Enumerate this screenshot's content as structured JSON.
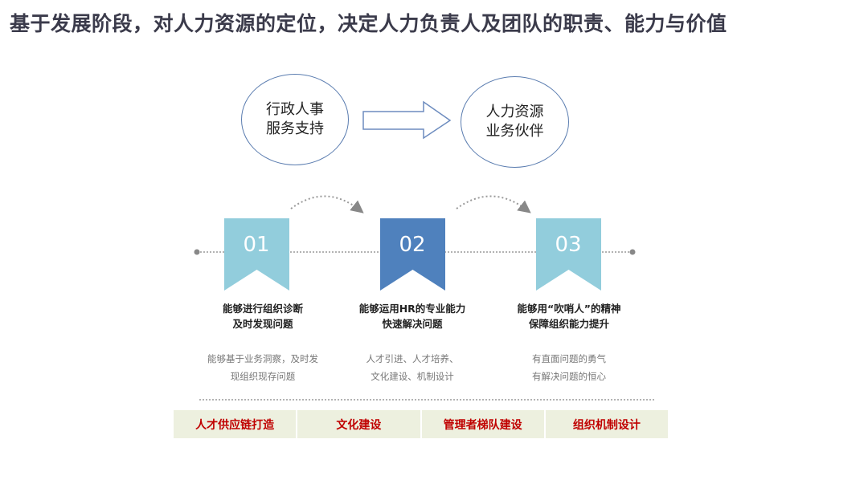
{
  "title": "基于发展阶段，对人力资源的定位，决定人力负责人及团队的职责、能力与价值",
  "from_circle": {
    "lines": [
      "行政人事",
      "服务支持"
    ]
  },
  "to_circle": {
    "lines": [
      "人力资源",
      "业务伙伴"
    ]
  },
  "steps": [
    {
      "number": "01",
      "color": "#92cddc",
      "title": [
        "能够进行组织诊断",
        "及时发现问题"
      ],
      "desc": [
        "能够基于业务洞察，及时发",
        "现组织现存问题"
      ]
    },
    {
      "number": "02",
      "color": "#4f81bd",
      "title": [
        "能够运用HR的专业能力",
        "快速解决问题"
      ],
      "desc": [
        "人才引进、人才培养、",
        "文化建设、机制设计"
      ]
    },
    {
      "number": "03",
      "color": "#92cddc",
      "title": [
        "能够用“吹哨人”的精神",
        "保障组织能力提升"
      ],
      "desc": [
        "有直面问题的勇气",
        "有解决问题的恒心"
      ]
    }
  ],
  "bottom_items": [
    "人才供应链打造",
    "文化建设",
    "管理者梯队建设",
    "组织机制设计"
  ]
}
